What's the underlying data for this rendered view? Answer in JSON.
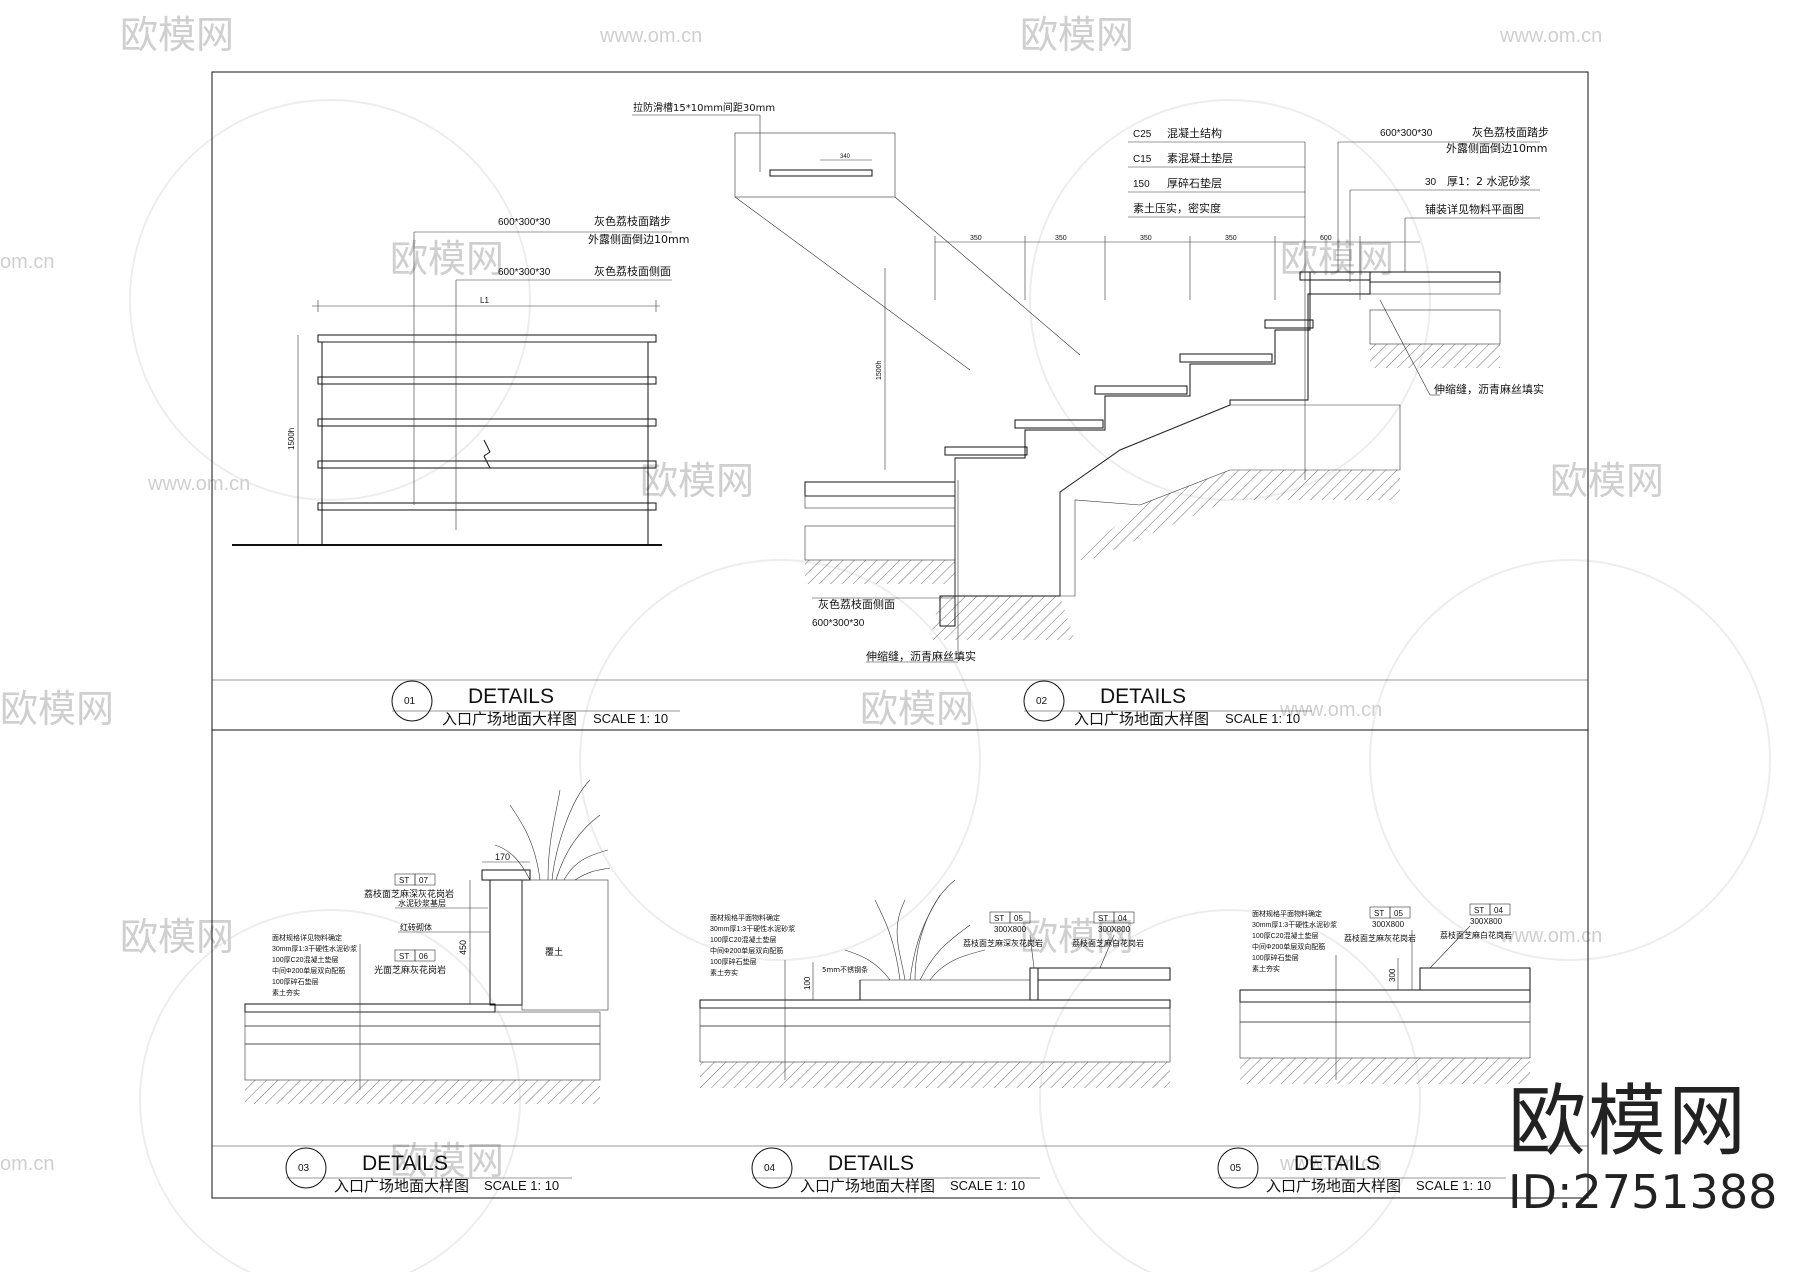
{
  "watermark": {
    "logo": "欧模网",
    "site": "www.om.cn",
    "site_short": "om.cn"
  },
  "brand": {
    "name": "欧模网",
    "id": "ID:2751388"
  },
  "panels": [
    {
      "num": "01",
      "title": "DETAILS",
      "subtitle": "入口广场地面大样图",
      "scale": "SCALE 1: 10"
    },
    {
      "num": "02",
      "title": "DETAILS",
      "subtitle": "入口广场地面大样图",
      "scale": "SCALE 1: 10"
    },
    {
      "num": "03",
      "title": "DETAILS",
      "subtitle": "入口广场地面大样图",
      "scale": "SCALE 1: 10"
    },
    {
      "num": "04",
      "title": "DETAILS",
      "subtitle": "入口广场地面大样图",
      "scale": "SCALE 1: 10"
    },
    {
      "num": "05",
      "title": "DETAILS",
      "subtitle": "入口广场地面大样图",
      "scale": "SCALE 1: 10"
    }
  ],
  "d1": {
    "label_step_size": "600*300*30",
    "label_step": "灰色荔枝面踏步",
    "label_chamfer": "外露侧面倒边10mm",
    "label_side_size": "600*300*30",
    "label_side": "灰色荔枝面侧面",
    "dim_len": "L1",
    "dim_height": "1500h"
  },
  "d2": {
    "antislip": "拉防滑槽15*10mm间距30mm",
    "antislip_dim": "340",
    "layers": [
      {
        "code": "C25",
        "text": "混凝土结构"
      },
      {
        "code": "C15",
        "text": "素混凝土垫层"
      },
      {
        "code": "150",
        "text": "厚碎石垫层"
      },
      {
        "code": "",
        "text": "素土压实，密实度"
      }
    ],
    "right_size": "600*300*30",
    "right_step": "灰色荔枝面踏步",
    "right_chamfer": "外露侧面倒边10mm",
    "mortar_code": "30",
    "mortar": "厚1：2 水泥砂浆",
    "paving": "铺装详见物料平面图",
    "joint_right": "伸缩缝，沥青麻丝填实",
    "bottom_side": "灰色荔枝面侧面",
    "bottom_size": "600*300*30",
    "joint_bottom": "伸缩缝，沥青麻丝填实",
    "dims_top": [
      "350",
      "350",
      "350",
      "350",
      "600"
    ],
    "dim_height": "1500h"
  },
  "d3": {
    "tag1_a": "ST",
    "tag1_b": "07",
    "tag1_text": "荔枝面芝麻深灰花岗岩",
    "wall_w": "170",
    "wall_h": "450",
    "mortar": "水泥砂浆基层",
    "brick": "红砖砌体",
    "tag2_a": "ST",
    "tag2_b": "06",
    "tag2_text": "光面芝麻灰花岗岩",
    "soil": "覆土",
    "layers": [
      "面材规格详见物料确定",
      "30mm厚1:3干硬性水泥砂浆",
      "100厚C20混凝土垫层",
      "中间Φ200单层双向配筋",
      "100厚碎石垫层",
      "素土夯实"
    ]
  },
  "d4": {
    "layers": [
      "面材规格平面物料确定",
      "30mm厚1:3干硬性水泥砂浆",
      "100厚C20混凝土垫层",
      "中间Φ200单层双向配筋",
      "100厚碎石垫层",
      "素土夯实"
    ],
    "drain": "5mm不锈钢条",
    "dim": "100",
    "tag1_a": "ST",
    "tag1_b": "05",
    "tag1_size": "300X800",
    "tag2_a": "ST",
    "tag2_b": "04",
    "tag2_size": "300X800",
    "tag1_text": "荔枝面芝麻深灰花岗岩",
    "tag2_text": "荔枝面芝麻白花岗岩"
  },
  "d5": {
    "layers": [
      "面材规格平面物料确定",
      "30mm厚1:3干硬性水泥砂浆",
      "100厚C20混凝土垫层",
      "中间Φ200单层双向配筋",
      "100厚碎石垫层",
      "素土夯实"
    ],
    "tag1_a": "ST",
    "tag1_b": "05",
    "tag1_size": "300X800",
    "tag2_a": "ST",
    "tag2_b": "04",
    "tag2_size": "300X800",
    "tag1_text": "荔枝面芝麻灰花岗岩",
    "tag2_text": "荔枝面芝麻白花岗岩",
    "dim": "300"
  }
}
